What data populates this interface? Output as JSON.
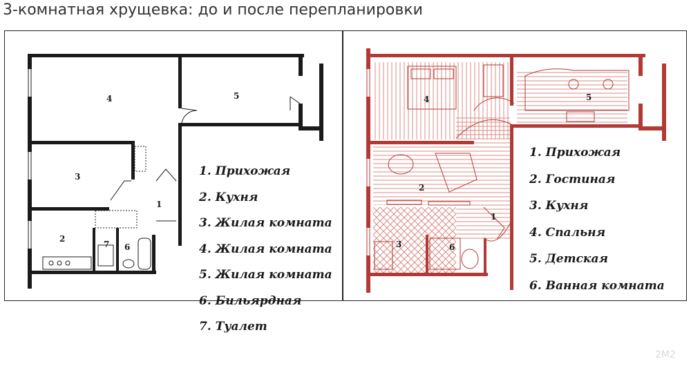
{
  "title": "3-комнатная хрущевка: до и после перепланировки",
  "colors": {
    "before_lines": "#1a1a1a",
    "after_lines": "#b23a36",
    "after_hatch": "#d98b84",
    "panel_border": "#222222"
  },
  "before": {
    "room_numbers": [
      "1",
      "2",
      "3",
      "4",
      "5",
      "6",
      "7"
    ],
    "legend": [
      "1. Прихожая",
      "2. Кухня",
      "3. Жилая комната",
      "4. Жилая комната",
      "5. Жилая комната",
      "6. Бильярдная",
      "7. Туалет"
    ]
  },
  "after": {
    "room_numbers": [
      "1",
      "2",
      "3",
      "4",
      "5",
      "6"
    ],
    "legend": [
      "1. Прихожая",
      "2. Гостиная",
      "3. Кухня",
      "4. Спальня",
      "5. Детская",
      "6. Ванная комната"
    ]
  },
  "watermark": "2M2"
}
